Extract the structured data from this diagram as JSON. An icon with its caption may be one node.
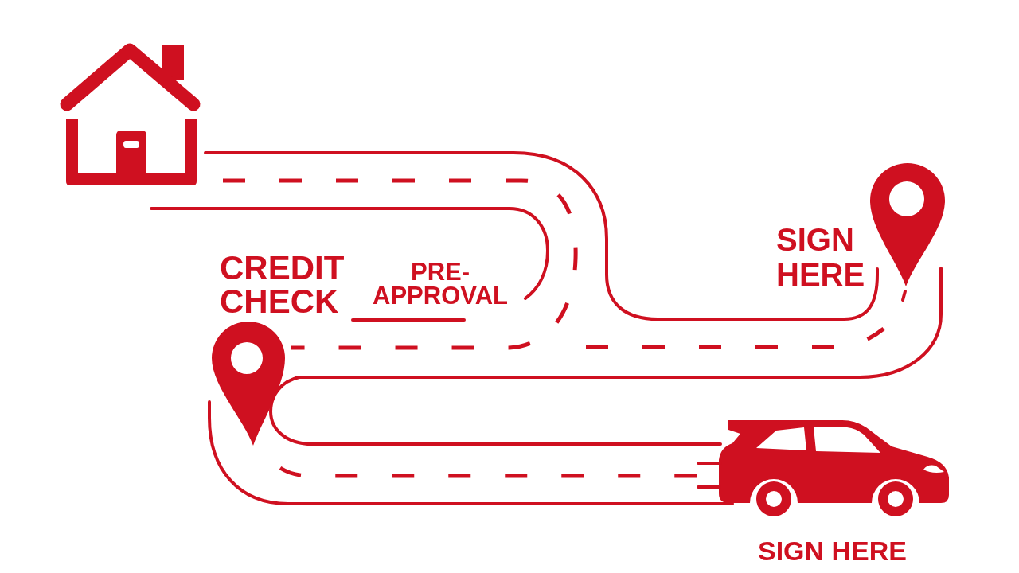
{
  "diagram": {
    "labels": [
      "CREDIT CHECK",
      "PRE-APPROVAL",
      "SIGN HERE",
      "SIGN HERE"
    ]
  }
}
